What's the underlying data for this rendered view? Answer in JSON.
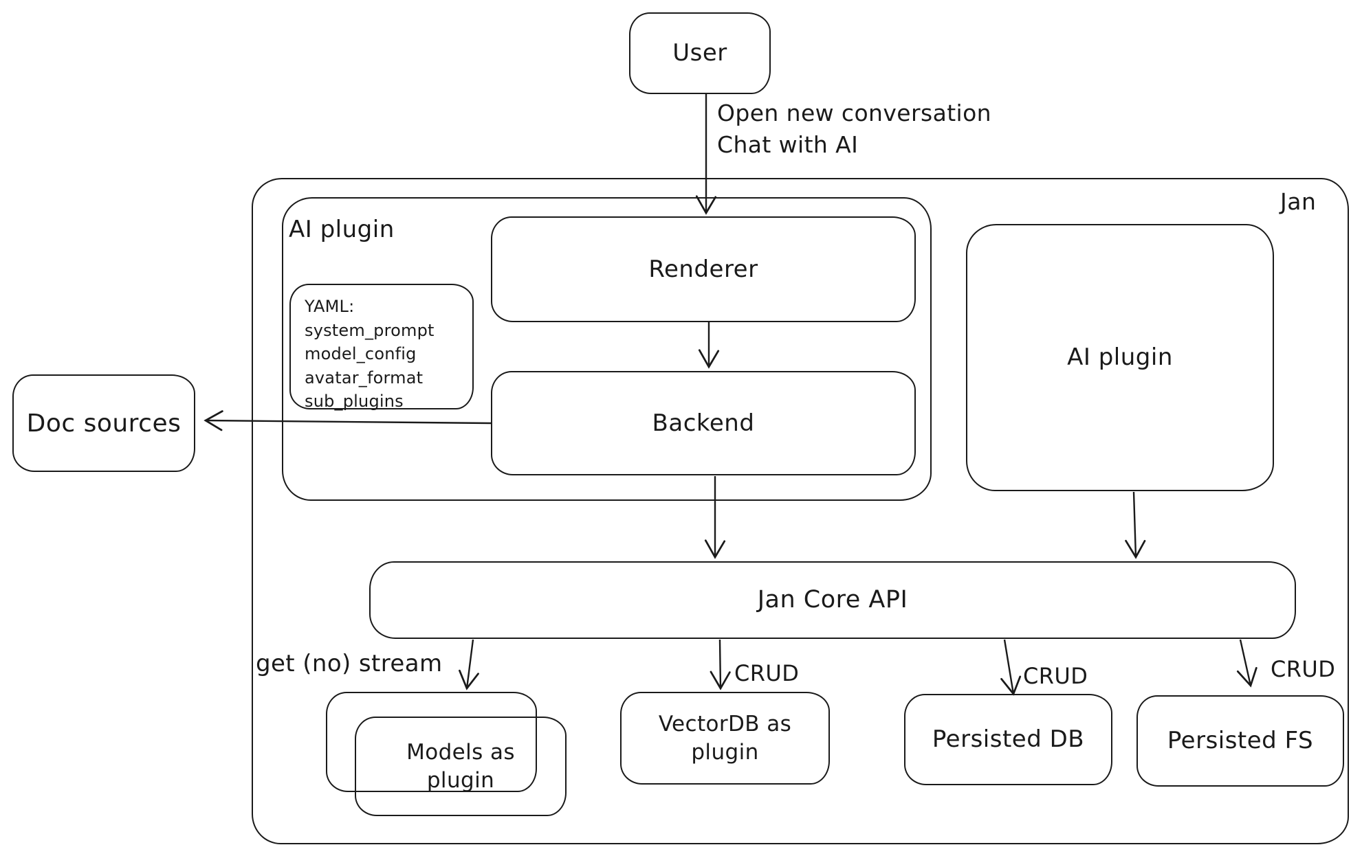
{
  "colors": {
    "stroke": "#1a1a1a",
    "background": "#ffffff"
  },
  "nodes": {
    "user": {
      "label": "User"
    },
    "jan_container": {
      "label": "Jan"
    },
    "ai_plugin_container": {
      "label": "AI plugin"
    },
    "yaml_note": {
      "title": "YAML:",
      "lines": [
        "system_prompt",
        "model_config",
        "avatar_format",
        "sub_plugins"
      ]
    },
    "renderer": {
      "label": "Renderer"
    },
    "backend": {
      "label": "Backend"
    },
    "doc_sources": {
      "label": "Doc sources"
    },
    "ai_plugin_right": {
      "label": "AI plugin"
    },
    "jan_core_api": {
      "label": "Jan Core API"
    },
    "models_plugin": {
      "label": "Models as plugin"
    },
    "vectordb_plugin": {
      "label": "VectorDB as plugin"
    },
    "persisted_db": {
      "label": "Persisted DB"
    },
    "persisted_fs": {
      "label": "Persisted FS"
    }
  },
  "edges": {
    "user_to_renderer": {
      "label_line1": "Open new conversation",
      "label_line2": "Chat with AI"
    },
    "api_to_models": {
      "label": "get (no) stream"
    },
    "crud": "CRUD"
  }
}
